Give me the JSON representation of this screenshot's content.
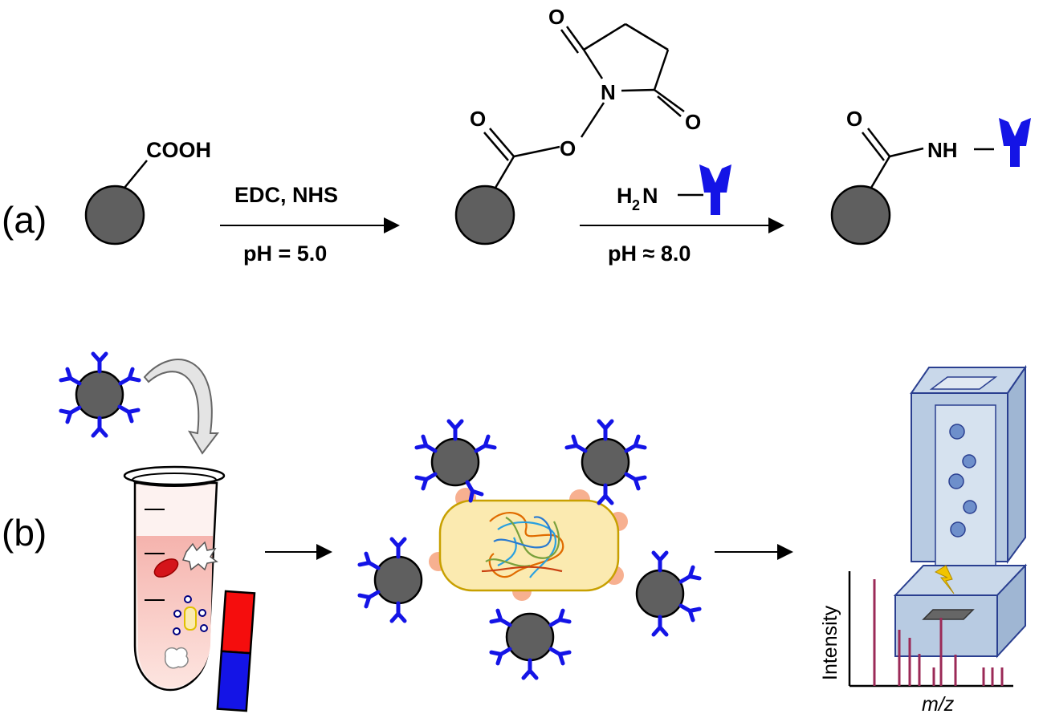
{
  "panel_a": {
    "label": "(a)",
    "cooh": "COOH",
    "step1_reagents": "EDC, NHS",
    "step1_condition": "pH = 5.0",
    "step2_amine_h": "H",
    "step2_amine_sub": "2",
    "step2_amine_n": "N",
    "step2_condition": "pH ≈ 8.0",
    "atom_o": "O",
    "atom_n": "N",
    "amide_nh": "NH"
  },
  "panel_b": {
    "label": "(b)",
    "axis_y": "Intensity",
    "axis_x": "m/z"
  },
  "colors": {
    "particle": "#5f5f5f",
    "antibody": "#1414e6",
    "bacterium": "#fbeab0",
    "spectrum": "#9b2a57",
    "instrument": "#b8cbe2"
  }
}
